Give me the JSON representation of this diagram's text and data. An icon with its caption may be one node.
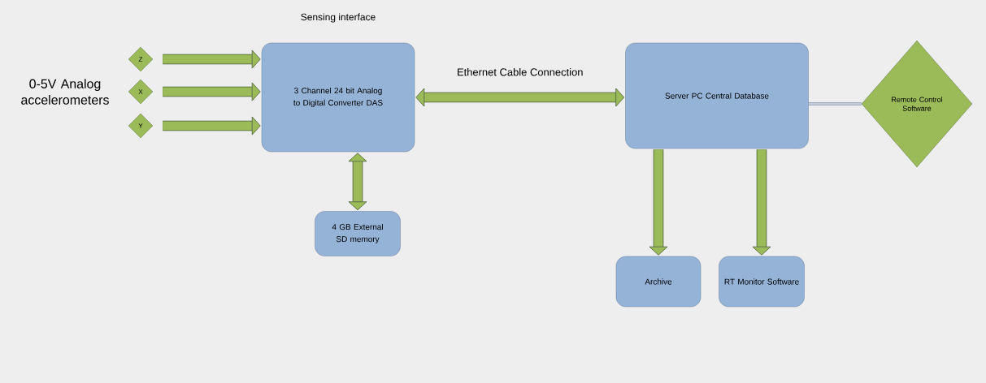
{
  "diagram": {
    "nodes": [
      {
        "text": [
          "Z"
        ]
      },
      {
        "text": [
          "X"
        ]
      },
      {
        "text": [
          "Y"
        ]
      },
      {
        "text": [
          "Sensing interface",
          "3 Channel 24 bit Analog to Digital Converter DAS"
        ]
      },
      {
        "text": [
          "4 GB External SD memory"
        ]
      },
      {
        "text": [
          "Server PC Central Database"
        ]
      },
      {
        "text": [
          "Remote Control Software"
        ]
      },
      {
        "text": [
          "Archive"
        ]
      },
      {
        "text": [
          "RT Monitor Software"
        ]
      }
    ],
    "edges": [
      {
        "from": 0,
        "to": 3,
        "arrow": "to"
      },
      {
        "from": 1,
        "to": 3,
        "arrow": "to"
      },
      {
        "from": 2,
        "to": 3,
        "arrow": "to"
      },
      {
        "from": 3,
        "to": 5,
        "arrow": "both",
        "label": "Ethernet Cable Connection"
      },
      {
        "from": 3,
        "to": 4,
        "arrow": "both"
      },
      {
        "from": 5,
        "to": 6,
        "arrow": "none"
      },
      {
        "from": 5,
        "to": 7,
        "arrow": "to"
      },
      {
        "from": 5,
        "to": 8,
        "arrow": "to"
      }
    ],
    "labels": [
      "0-5V Analog accelerometers"
    ]
  }
}
